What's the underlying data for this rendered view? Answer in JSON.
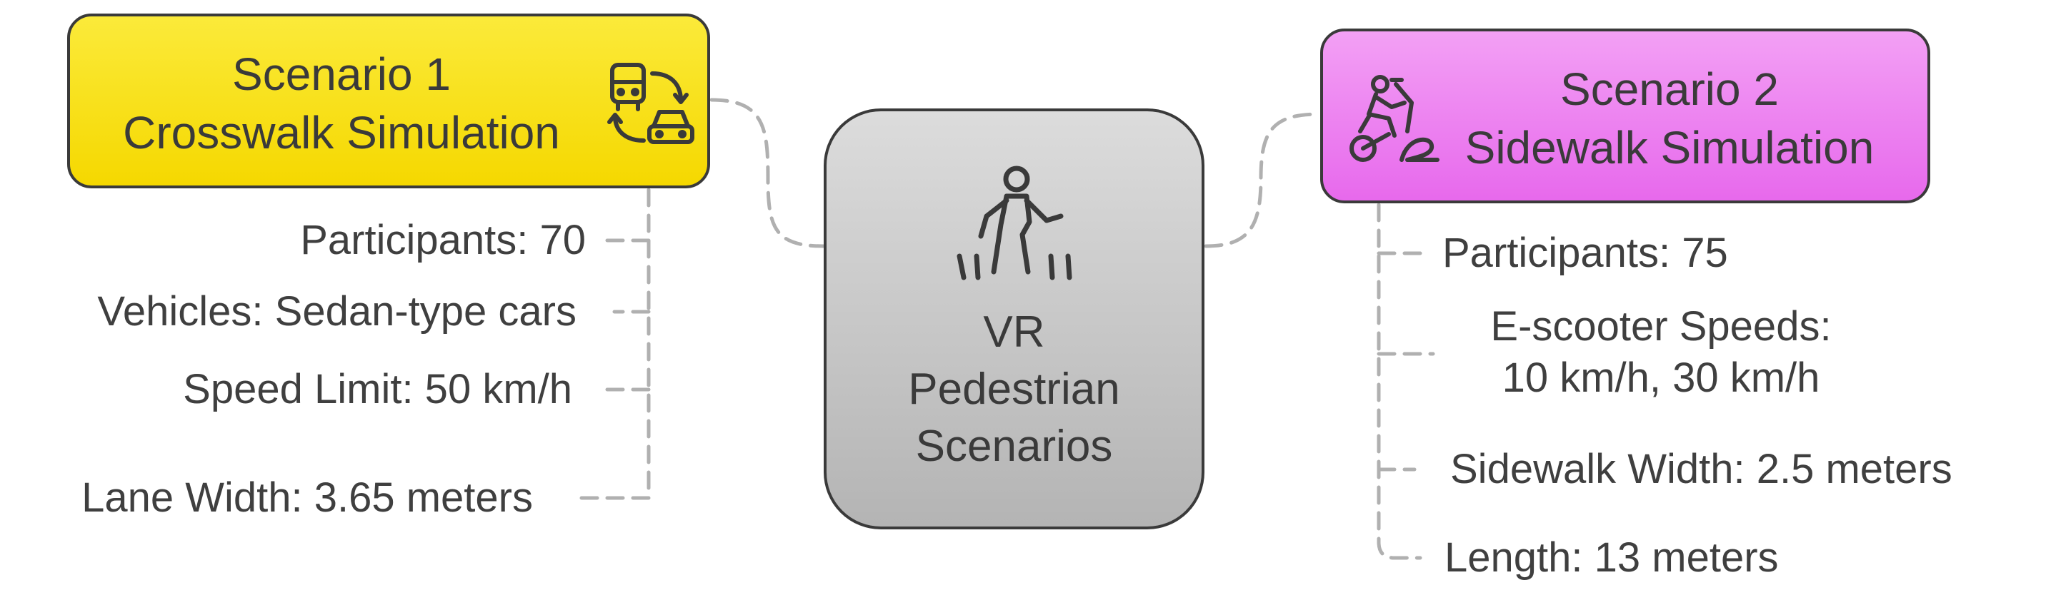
{
  "center": {
    "title_lines": [
      "VR",
      "Pedestrian",
      "Scenarios"
    ],
    "icon": "walking-pedestrian-icon"
  },
  "scenario1": {
    "title_lines": [
      "Scenario 1",
      "Crosswalk Simulation"
    ],
    "icon": "vehicle-crossing-icon",
    "color": "#f5d800",
    "items": [
      "Participants: 70",
      "Vehicles: Sedan-type cars",
      "Speed Limit: 50 km/h",
      "Lane Width: 3.65 meters"
    ]
  },
  "scenario2": {
    "title_lines": [
      "Scenario 2",
      "Sidewalk Simulation"
    ],
    "icon": "scooter-rider-icon",
    "color": "#e769ec",
    "items": [
      "Participants: 75",
      "E-scooter Speeds:",
      "10 km/h, 30 km/h",
      "Sidewalk Width: 2.5 meters",
      "Length: 13 meters"
    ]
  }
}
